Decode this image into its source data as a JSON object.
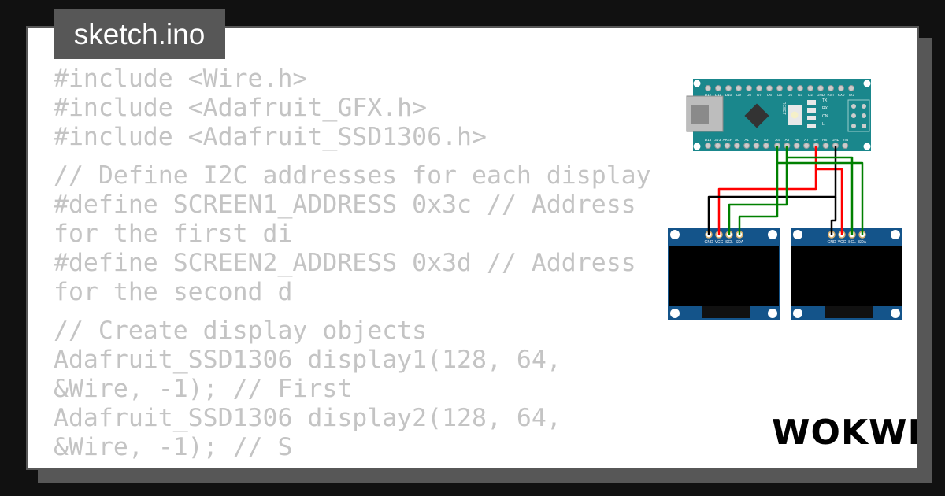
{
  "file_tab": "sketch.ino",
  "code_lines": [
    "#include <Wire.h>",
    "#include <Adafruit_GFX.h>",
    "#include <Adafruit_SSD1306.h>",
    "",
    "// Define I2C addresses for each display",
    "#define SCREEN1_ADDRESS 0x3c // Address for the first di",
    "#define SCREEN2_ADDRESS 0x3d // Address for the second d",
    "",
    "// Create display objects",
    "Adafruit_SSD1306 display1(128, 64, &Wire, -1); // First",
    "Adafruit_SSD1306 display2(128, 64, &Wire, -1); // S"
  ],
  "logo": "WOKWI",
  "nano": {
    "top_pins": [
      "D12",
      "D11",
      "D10",
      "D9",
      "D8",
      "D7",
      "D6",
      "D5",
      "D4",
      "D3",
      "D2",
      "GND",
      "RST",
      "RX0",
      "TX1"
    ],
    "bottom_pins": [
      "D13",
      "3V3",
      "AREF",
      "A0",
      "A1",
      "A2",
      "A3",
      "A4",
      "A5",
      "A6",
      "A7",
      "5V",
      "RST",
      "GND",
      "VIN"
    ],
    "leds": [
      "TX",
      "RX",
      "ON",
      "L"
    ],
    "reset_label": "RESET"
  },
  "oled_pins": [
    "GND",
    "VCC",
    "SCL",
    "SDA"
  ],
  "colors": {
    "board": "#1a878c",
    "oled": "#14548a",
    "wire_red": "#ff0000",
    "wire_green": "#008000",
    "wire_black": "#000000"
  }
}
